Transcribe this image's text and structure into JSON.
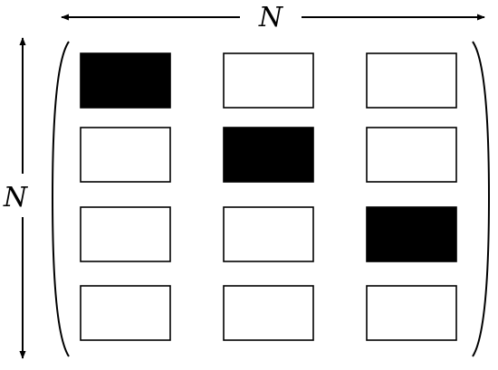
{
  "labels": {
    "horizontal": "N",
    "vertical": "N"
  },
  "matrix": {
    "rows": 4,
    "cols": 3,
    "filled": [
      [
        true,
        false,
        false
      ],
      [
        false,
        true,
        false
      ],
      [
        false,
        false,
        true
      ],
      [
        false,
        false,
        false
      ]
    ]
  },
  "colors": {
    "filled": "#000000",
    "empty": "#ffffff",
    "stroke": "#000000"
  }
}
